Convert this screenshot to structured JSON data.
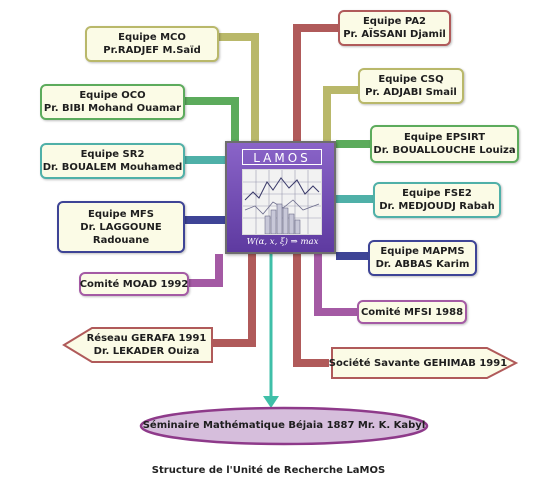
{
  "boxes": {
    "mco": {
      "team": "Equipe MCO",
      "head": "Pr.RADJEF M.Saïd"
    },
    "oco": {
      "team": "Equipe OCO",
      "head": "Pr. BIBI Mohand Ouamar"
    },
    "sr2": {
      "team": "Equipe SR2",
      "head": "Dr. BOUALEM Mouhamed"
    },
    "mfs": {
      "team": "Equipe MFS",
      "head": "Dr. LAGGOUNE",
      "head2": "Radouane"
    },
    "moad": {
      "label": "Comité MOAD 1992"
    },
    "gerafa": {
      "line1": "Réseau GERAFA 1991",
      "line2": "Dr. LEKADER Ouiza"
    },
    "pa2": {
      "team": "Equipe PA2",
      "head": "Pr. AÏSSANI Djamil"
    },
    "csq": {
      "team": "Equipe CSQ",
      "head": "Pr. ADJABI Smail"
    },
    "epsirt": {
      "team": "Equipe EPSIRT",
      "head": "Dr. BOUALLOUCHE Louiza"
    },
    "fse2": {
      "team": "Equipe FSE2",
      "head": "Dr. MEDJOUDJ Rabah"
    },
    "mapms": {
      "team": "Equipe MAPMS",
      "head": "Dr. ABBAS Karim"
    },
    "mfsi": {
      "label": "Comité MFSI 1988"
    },
    "gehimab": {
      "label": "Société Savante GEHIMAB 1991"
    }
  },
  "center": {
    "title": "LAMOS",
    "formula": "W(α, x, ξ) ⇒ max"
  },
  "seminar": {
    "label": "Séminaire Mathématique Béjaia 1887 Mr. K. Kabyl"
  },
  "caption": "Structure de l'Unité de Recherche LaMOS",
  "colors": {
    "red": "#b05a5a",
    "olive": "#b9b86a",
    "green": "#5cab5c",
    "teal": "#4fb0a8",
    "navy": "#3e4496",
    "purple": "#a45aa4",
    "arrow": "#3fbfa8",
    "seminar_fill": "#d6bedc",
    "seminar_stroke": "#8e3a8a"
  }
}
